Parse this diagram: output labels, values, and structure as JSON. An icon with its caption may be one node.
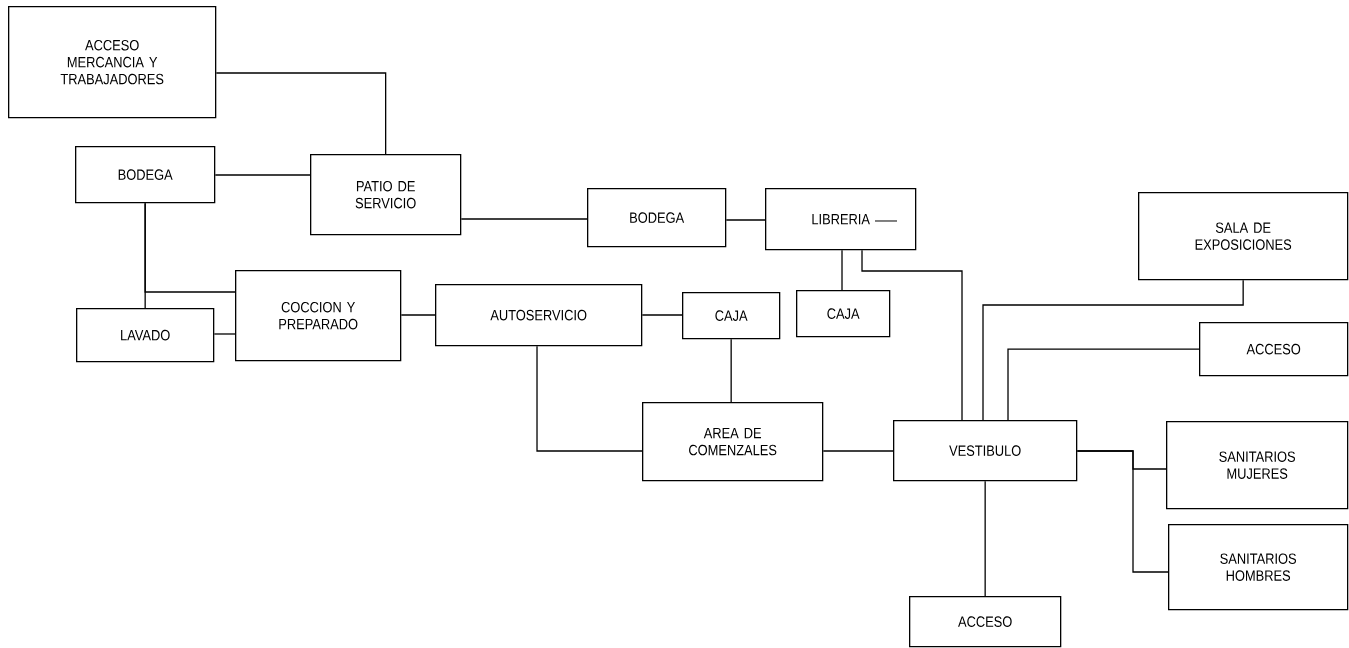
{
  "diagram": {
    "nodes": [
      {
        "text": [
          "ACCESO MERCANCIA Y TRABAJADORES"
        ]
      },
      {
        "text": [
          "BODEGA"
        ]
      },
      {
        "text": [
          "PATIO DE SERVICIO"
        ]
      },
      {
        "text": [
          "BODEGA"
        ]
      },
      {
        "text": [
          "LIBRERIA"
        ]
      },
      {
        "text": [
          "SALA DE EXPOSICIONES"
        ]
      },
      {
        "text": [
          "COCCION Y PREPARADO"
        ]
      },
      {
        "text": [
          "AUTOSERVICIO"
        ]
      },
      {
        "text": [
          "CAJA"
        ]
      },
      {
        "text": [
          "CAJA"
        ]
      },
      {
        "text": [
          "LAVADO"
        ]
      },
      {
        "text": [
          "ACCESO"
        ]
      },
      {
        "text": [
          "AREA DE COMENZALES"
        ]
      },
      {
        "text": [
          "VESTIBULO"
        ]
      },
      {
        "text": [
          "SANITARIOS MUJERES"
        ]
      },
      {
        "text": [
          "SANITARIOS HOMBRES"
        ]
      },
      {
        "text": [
          "ACCESO"
        ]
      }
    ],
    "edges": [
      {
        "from": 0,
        "to": 2,
        "arrow": "none"
      },
      {
        "from": 1,
        "to": 2,
        "arrow": "none"
      },
      {
        "from": 1,
        "to": 10,
        "arrow": "none"
      },
      {
        "from": 1,
        "to": 6,
        "arrow": "none"
      },
      {
        "from": 10,
        "to": 6,
        "arrow": "none"
      },
      {
        "from": 2,
        "to": 3,
        "arrow": "none"
      },
      {
        "from": 3,
        "to": 4,
        "arrow": "none"
      },
      {
        "from": 6,
        "to": 7,
        "arrow": "none"
      },
      {
        "from": 7,
        "to": 8,
        "arrow": "none"
      },
      {
        "from": 7,
        "to": 12,
        "arrow": "none"
      },
      {
        "from": 8,
        "to": 12,
        "arrow": "none"
      },
      {
        "from": 4,
        "to": 9,
        "arrow": "none"
      },
      {
        "from": 4,
        "to": 13,
        "arrow": "none"
      },
      {
        "from": 5,
        "to": 13,
        "arrow": "none"
      },
      {
        "from": 11,
        "to": 13,
        "arrow": "none"
      },
      {
        "from": 12,
        "to": 13,
        "arrow": "none"
      },
      {
        "from": 13,
        "to": 14,
        "arrow": "none"
      },
      {
        "from": 13,
        "to": 15,
        "arrow": "none"
      },
      {
        "from": 13,
        "to": 16,
        "arrow": "none"
      }
    ]
  }
}
